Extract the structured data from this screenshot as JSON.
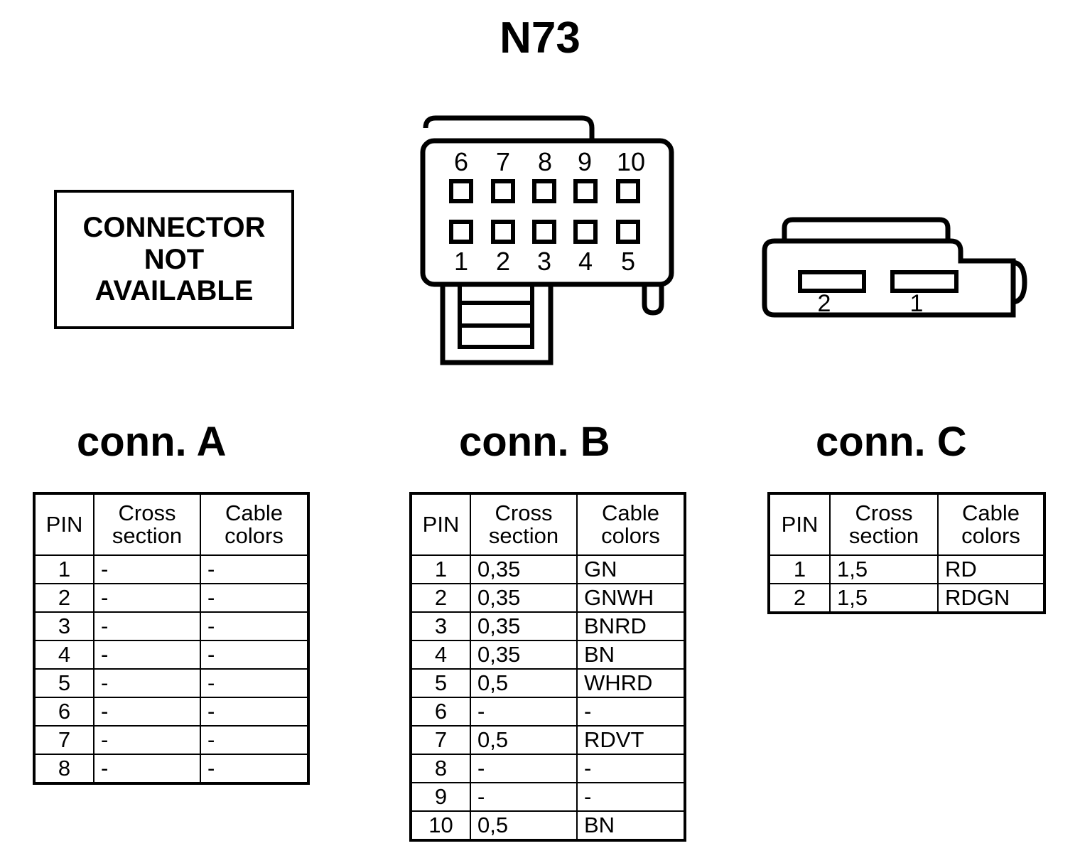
{
  "page": {
    "title": "N73"
  },
  "not_available_notice": {
    "lines": [
      "CONNECTOR",
      "NOT",
      "AVAILABLE"
    ]
  },
  "connector_b_diagram": {
    "top_row_labels": [
      "6",
      "7",
      "8",
      "9",
      "10"
    ],
    "bottom_row_labels": [
      "1",
      "2",
      "3",
      "4",
      "5"
    ]
  },
  "connector_c_diagram": {
    "labels": [
      "2",
      "1"
    ]
  },
  "headings": {
    "conn_a": "conn. A",
    "conn_b": "conn. B",
    "conn_c": "conn. C"
  },
  "table_headers": {
    "pin": "PIN",
    "cross_section_line1": "Cross",
    "cross_section_line2": "section",
    "cable_colors_line1": "Cable",
    "cable_colors_line2": "colors"
  },
  "tables": {
    "conn_a": {
      "rows": [
        {
          "pin": "1",
          "cross_section": "-",
          "cable_colors": "-"
        },
        {
          "pin": "2",
          "cross_section": "-",
          "cable_colors": "-"
        },
        {
          "pin": "3",
          "cross_section": "-",
          "cable_colors": "-"
        },
        {
          "pin": "4",
          "cross_section": "-",
          "cable_colors": "-"
        },
        {
          "pin": "5",
          "cross_section": "-",
          "cable_colors": "-"
        },
        {
          "pin": "6",
          "cross_section": "-",
          "cable_colors": "-"
        },
        {
          "pin": "7",
          "cross_section": "-",
          "cable_colors": "-"
        },
        {
          "pin": "8",
          "cross_section": "-",
          "cable_colors": "-"
        }
      ]
    },
    "conn_b": {
      "rows": [
        {
          "pin": "1",
          "cross_section": "0,35",
          "cable_colors": "GN"
        },
        {
          "pin": "2",
          "cross_section": "0,35",
          "cable_colors": "GNWH"
        },
        {
          "pin": "3",
          "cross_section": "0,35",
          "cable_colors": "BNRD"
        },
        {
          "pin": "4",
          "cross_section": "0,35",
          "cable_colors": "BN"
        },
        {
          "pin": "5",
          "cross_section": "0,5",
          "cable_colors": "WHRD"
        },
        {
          "pin": "6",
          "cross_section": "-",
          "cable_colors": "-"
        },
        {
          "pin": "7",
          "cross_section": "0,5",
          "cable_colors": "RDVT"
        },
        {
          "pin": "8",
          "cross_section": "-",
          "cable_colors": "-"
        },
        {
          "pin": "9",
          "cross_section": "-",
          "cable_colors": "-"
        },
        {
          "pin": "10",
          "cross_section": "0,5",
          "cable_colors": "BN"
        }
      ]
    },
    "conn_c": {
      "rows": [
        {
          "pin": "1",
          "cross_section": "1,5",
          "cable_colors": "RD"
        },
        {
          "pin": "2",
          "cross_section": "1,5",
          "cable_colors": "RDGN"
        }
      ]
    }
  },
  "colors": {
    "ink": "#000000",
    "paper": "#ffffff"
  }
}
